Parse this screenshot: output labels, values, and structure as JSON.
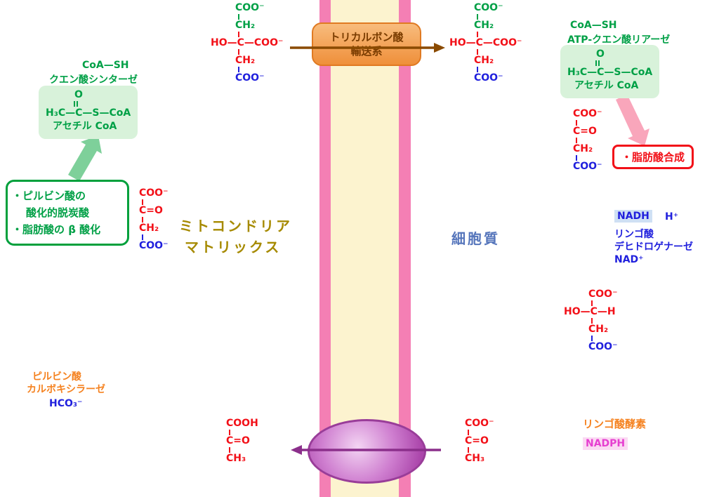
{
  "palette": {
    "green": "#00a046",
    "box-green-border": "#00a03c",
    "box-green-bg": "#d8f2da",
    "red": "#f21018",
    "blue": "#2020dd",
    "orange": "#f58220",
    "olive": "#a68a00",
    "cyto-blue": "#5575bb",
    "membrane-pink": "#f47fb4",
    "membrane-core": "#fcf3cf",
    "transporter-orange-light": "#f8bc7d",
    "transporter-orange": "#ef8f3a",
    "transporter-border": "#e07a22",
    "transporter-text": "#7a3c00",
    "arrow-brown": "#8a4a00",
    "purple-border": "#993d99",
    "purple-dark": "#8b2f8b",
    "oval-light": "#f3d4f3",
    "oval-mid": "#cf7fd0",
    "oval-deep": "#ab46ab",
    "fat-green": "#7ed09a",
    "fat-pink": "#f9a6bb",
    "nadh-bg": "#cfe0f4",
    "nadph": "#e63fd0",
    "nadph-bg": "#fbd9f3"
  },
  "regions": {
    "matrix_line1": "ミトコンドリア",
    "matrix_line2": "マトリックス",
    "cytosol": "細胞質"
  },
  "transporter": {
    "line1": "トリカルボン酸",
    "line2": "輸送系"
  },
  "matrix_side": {
    "coa_sh": "CoA—SH",
    "citrate_synthase": "クエン酸シンターゼ",
    "acetyl_o": "O",
    "acetyl_formula": "H₃C—C—S—CoA",
    "acetyl_name": "アセチル CoA",
    "note_line1": "・ピルビン酸の",
    "note_line2": "酸化的脱炭酸",
    "note_line3": "・脂肪酸の β 酸化",
    "pyr_carboxylase_line1": "ピルビン酸",
    "pyr_carboxylase_line2": "カルボキシラーゼ",
    "bicarbonate": "HCO₃⁻"
  },
  "cytosol_side": {
    "coa_sh": "CoA—SH",
    "atp_citrate_lyase": "ATP-クエン酸リアーゼ",
    "acetyl_o": "O",
    "acetyl_formula": "H₃C—C—S—CoA",
    "acetyl_name": "アセチル CoA",
    "fatty_acid_synthesis": "・脂肪酸合成",
    "nadh": "NADH",
    "h_plus": "H⁺",
    "malate_dh_line1": "リンゴ酸",
    "malate_dh_line2": "デヒドロゲナーゼ",
    "nad_plus": "NAD⁺",
    "malic_enzyme": "リンゴ酸酵素",
    "nadph": "NADPH"
  },
  "molecules": {
    "citrate_matrix": {
      "lines": [
        "COO⁻",
        "CH₂",
        "HO—C—COO⁻",
        "CH₂",
        "COO⁻"
      ]
    },
    "citrate_cytosol": {
      "lines": [
        "COO⁻",
        "CH₂",
        "HO—C—COO⁻",
        "CH₂",
        "COO⁻"
      ]
    },
    "oxaloacetate_matrix": {
      "lines": [
        "COO⁻",
        "C=O",
        "CH₂",
        "COO⁻"
      ]
    },
    "oxaloacetate_cytosol": {
      "lines": [
        "COO⁻",
        "C=O",
        "CH₂",
        "COO⁻"
      ]
    },
    "malate_cytosol": {
      "lines": [
        "COO⁻",
        "HO—C—H",
        "CH₂",
        "COO⁻"
      ]
    },
    "pyruvate_matrix": {
      "lines": [
        "COOH",
        "C=O",
        "CH₃"
      ]
    },
    "pyruvate_cytosol": {
      "lines": [
        "COO⁻",
        "C=O",
        "CH₃"
      ]
    }
  }
}
